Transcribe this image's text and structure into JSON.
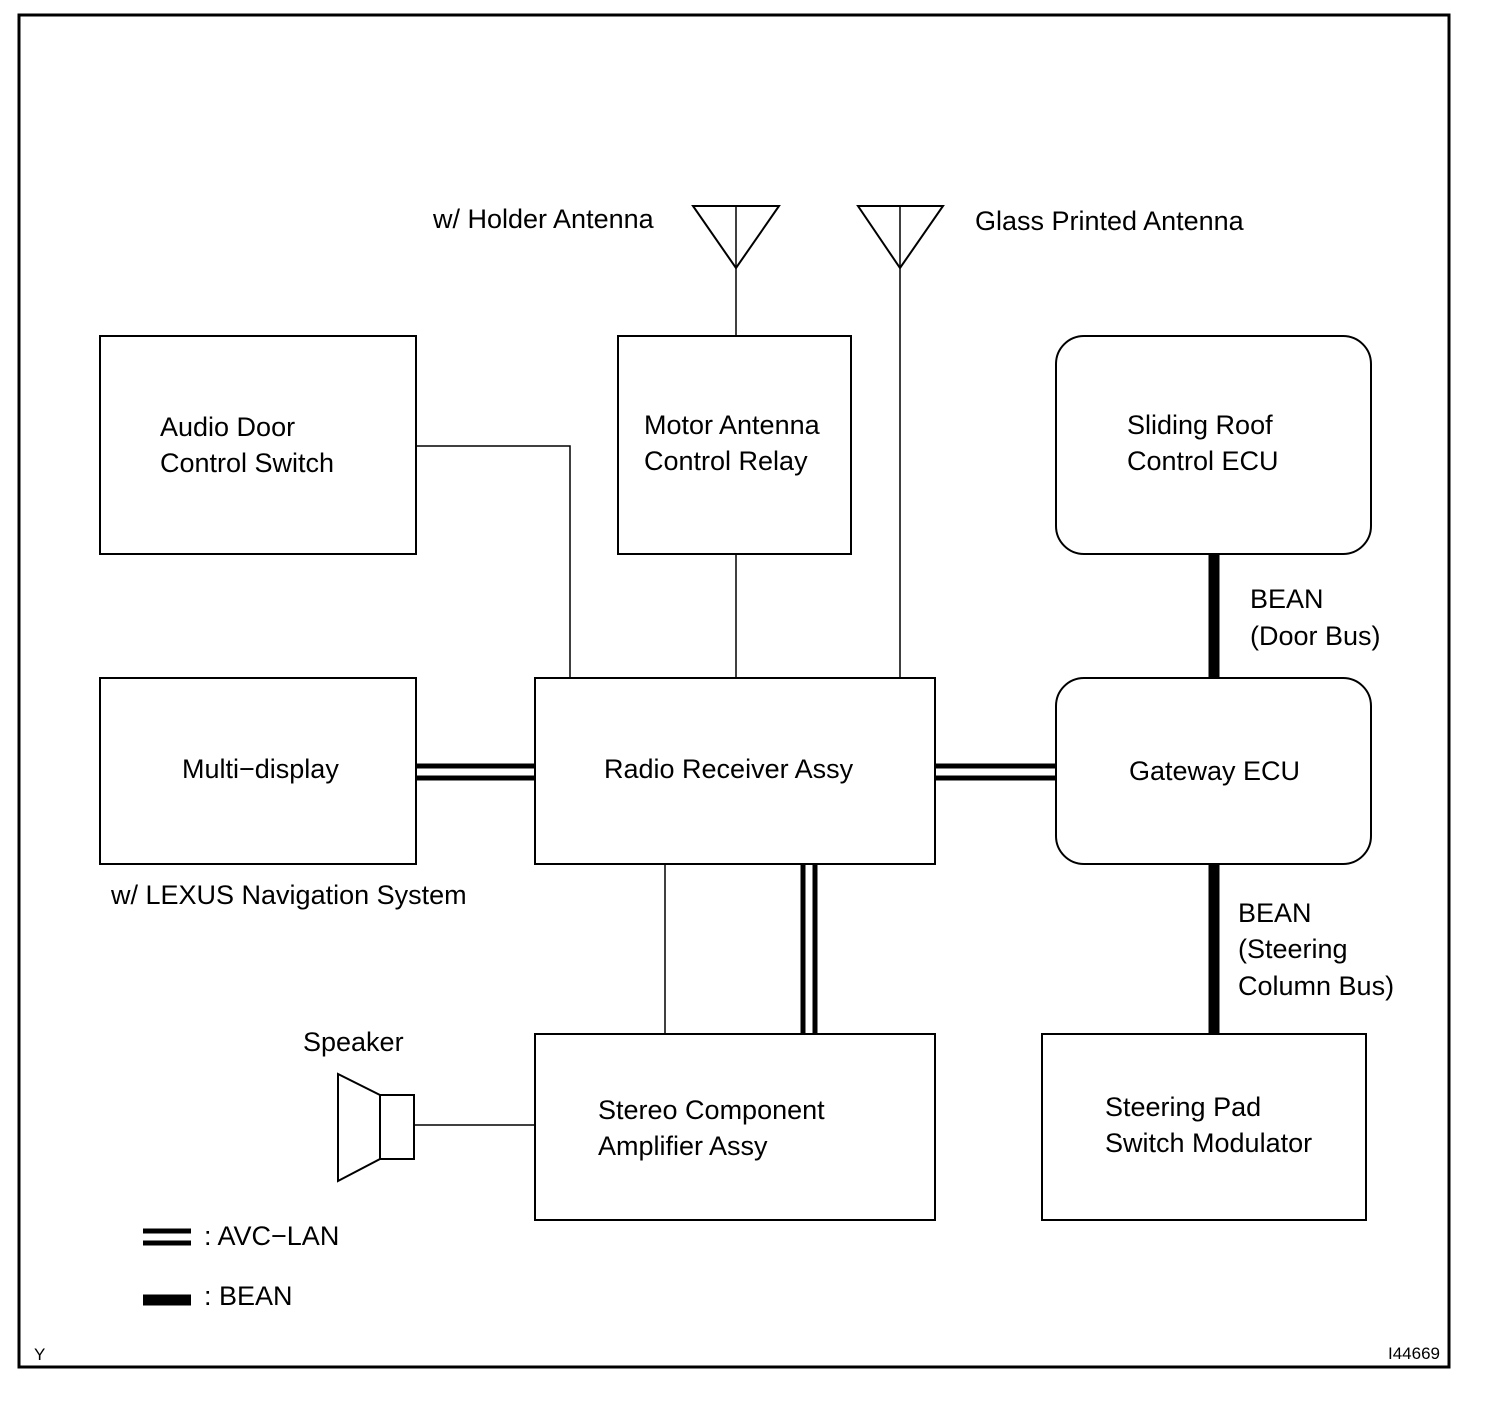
{
  "antennas": {
    "holder_label": "w/ Holder Antenna",
    "glass_label": "Glass Printed Antenna"
  },
  "boxes": {
    "audio_door": [
      "Audio Door",
      "Control Switch"
    ],
    "motor_relay": [
      "Motor Antenna",
      "Control Relay"
    ],
    "sliding_roof": [
      "Sliding Roof",
      "Control ECU"
    ],
    "multi_display": [
      "Multi−display"
    ],
    "radio_receiver": [
      "Radio Receiver Assy"
    ],
    "gateway": [
      "Gateway ECU"
    ],
    "stereo_amp": [
      "Stereo Component",
      "Amplifier Assy"
    ],
    "steering_pad": [
      "Steering Pad",
      "Switch Modulator"
    ]
  },
  "notes": {
    "navigation": "w/ LEXUS Navigation System",
    "speaker": "Speaker"
  },
  "bus_labels": {
    "door_bus": [
      "BEAN",
      "(Door Bus)"
    ],
    "steering_bus": [
      "BEAN",
      "(Steering",
      "Column Bus)"
    ]
  },
  "legend": {
    "avc_lan": ": AVC−LAN",
    "bean": ": BEAN"
  },
  "corner_marks": {
    "left": "Y",
    "right": "I44669"
  }
}
